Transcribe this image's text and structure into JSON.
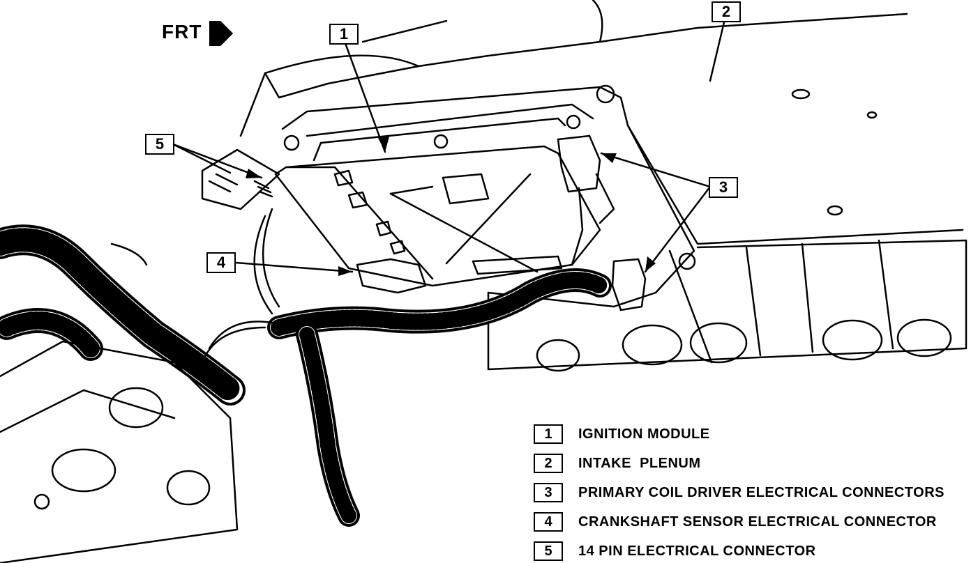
{
  "orientation": {
    "label": "FRT",
    "arrow_icon": "right-arrow-icon"
  },
  "callouts": [
    "1",
    "2",
    "3",
    "4",
    "5"
  ],
  "legend": [
    {
      "number": "1",
      "label": "IGNITION MODULE"
    },
    {
      "number": "2",
      "label": "INTAKE  PLENUM"
    },
    {
      "number": "3",
      "label": "PRIMARY COIL DRIVER ELECTRICAL CONNECTORS"
    },
    {
      "number": "4",
      "label": "CRANKSHAFT SENSOR ELECTRICAL CONNECTOR"
    },
    {
      "number": "5",
      "label": "14 PIN ELECTRICAL CONNECTOR"
    }
  ],
  "colors": {
    "ink": "#000000",
    "paper": "#ffffff"
  }
}
